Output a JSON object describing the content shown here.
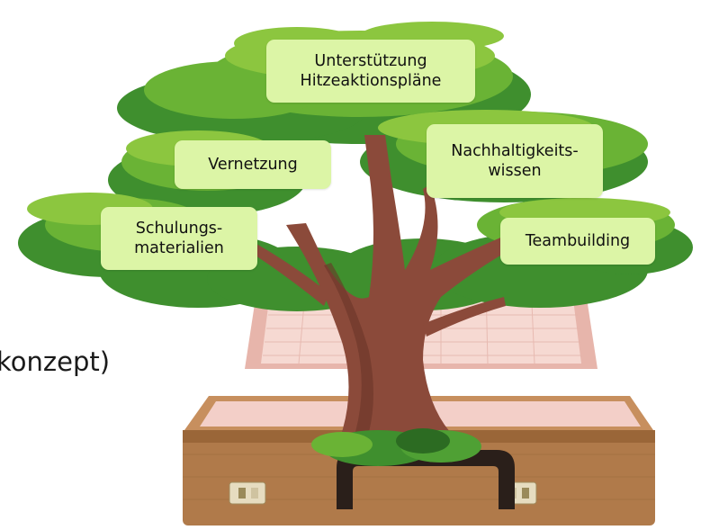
{
  "side_text": "konzept)",
  "labels": {
    "top": "Unterstützung\nHitzeaktionspläne",
    "vernetzung": "Vernetzung",
    "nachhaltigkeit": "Nachhaltigkeits-\nwissen",
    "schulung": "Schulungs-\nmaterialien",
    "teambuilding": "Teambuilding"
  },
  "colors": {
    "canopy_light": "#8cc63f",
    "canopy_mid": "#6ab335",
    "canopy_dark": "#3f8f2e",
    "trunk": "#8b4a3a",
    "label_bg": "#dcf5a6",
    "suitcase": "#b07a4a",
    "lining": "#f3cfc8"
  }
}
